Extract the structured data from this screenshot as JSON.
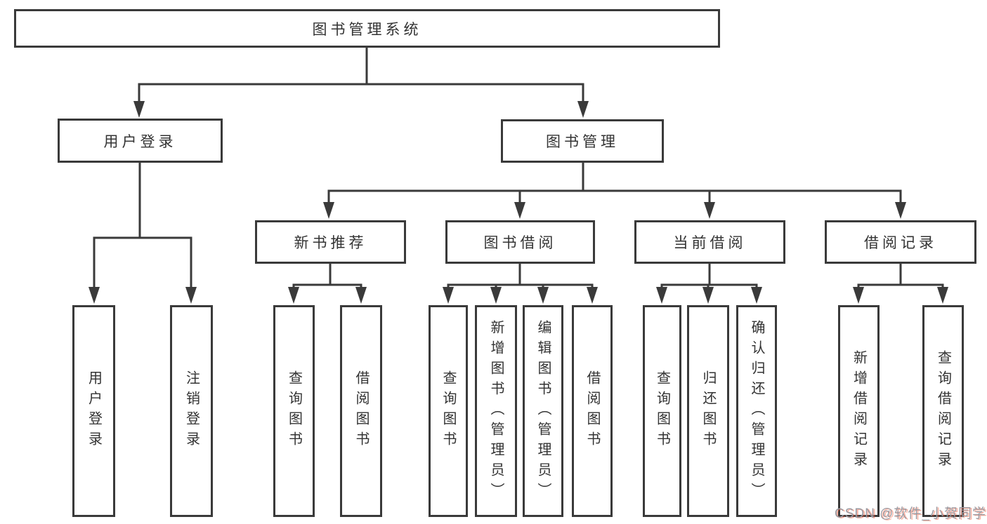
{
  "diagram": {
    "root": {
      "label": "图书管理系统"
    },
    "level2": [
      {
        "label": "用户登录"
      },
      {
        "label": "图书管理"
      }
    ],
    "level3": [
      {
        "label": "新书推荐"
      },
      {
        "label": "图书借阅"
      },
      {
        "label": "当前借阅"
      },
      {
        "label": "借阅记录"
      }
    ],
    "leaves": [
      {
        "label": "用户登录"
      },
      {
        "label": "注销登录"
      },
      {
        "label": "查询图书"
      },
      {
        "label": "借阅图书"
      },
      {
        "label": "查询图书"
      },
      {
        "label": "新增图书（管理员）"
      },
      {
        "label": "编辑图书（管理员）"
      },
      {
        "label": "借阅图书"
      },
      {
        "label": "查询图书"
      },
      {
        "label": "归还图书"
      },
      {
        "label": "确认归还（管理员）"
      },
      {
        "label": "新增借阅记录"
      },
      {
        "label": "查询借阅记录"
      }
    ]
  },
  "watermark": {
    "text": "CSDN @软件_小贺同学"
  },
  "colors": {
    "stroke": "#3a3a3a",
    "text": "#333333",
    "background": "#ffffff",
    "watermark_gray": "#9b9ba2",
    "watermark_red_shadow": "#fc5531"
  }
}
